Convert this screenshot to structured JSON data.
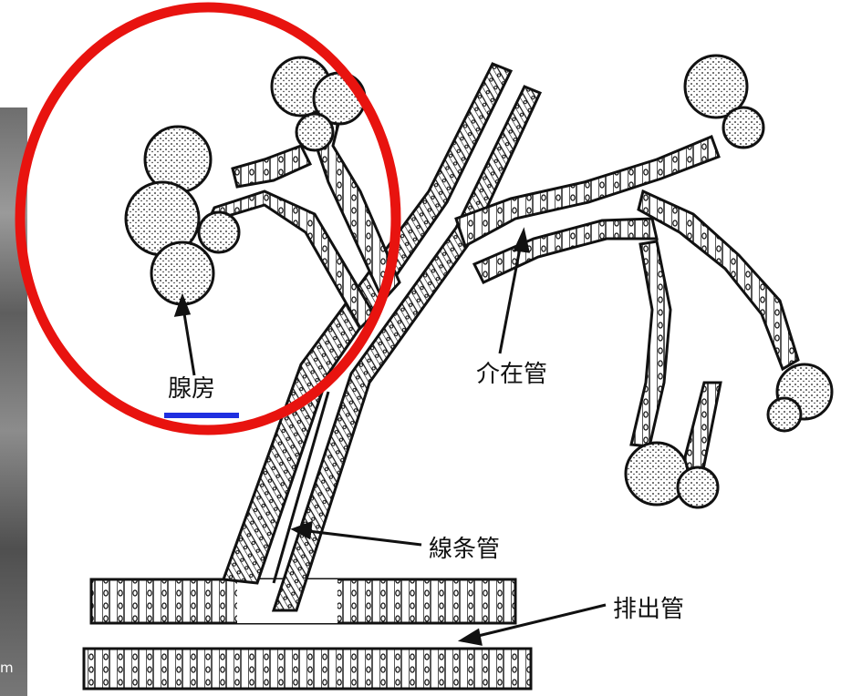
{
  "labels": {
    "acinus": "腺房",
    "intercalated_duct": "介在管",
    "striated_duct": "線条管",
    "excretory_duct": "排出管"
  },
  "photo_scale_text": "m",
  "colors": {
    "highlight_circle": "#e8130f",
    "underline": "#1f2fe0",
    "ink": "#111111"
  }
}
